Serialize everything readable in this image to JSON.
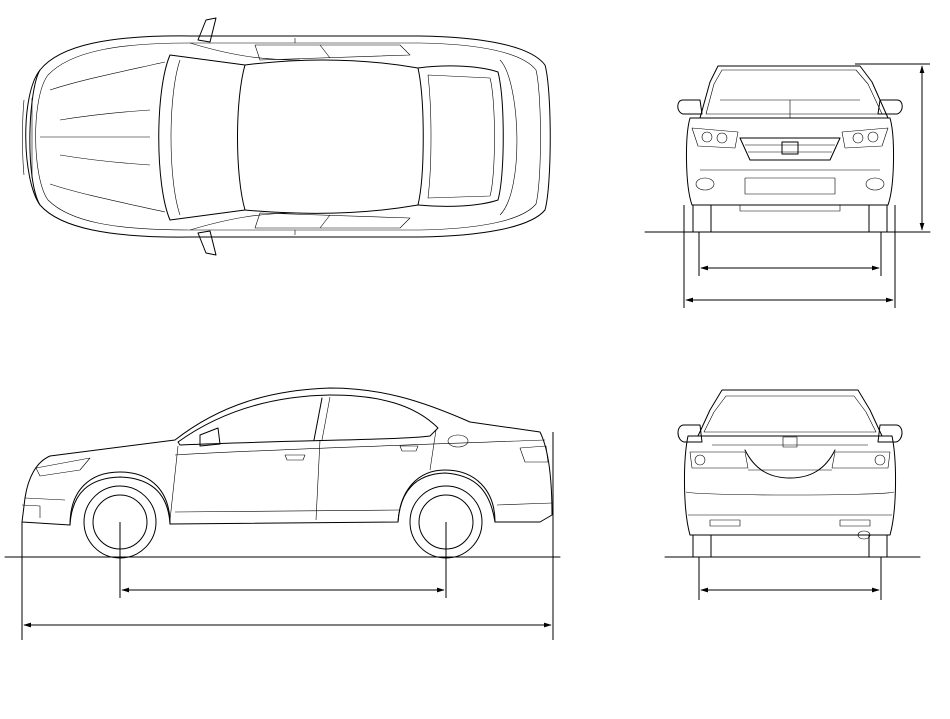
{
  "drawing": {
    "views": [
      "top",
      "front",
      "side",
      "rear"
    ],
    "line_color": "#000000",
    "background_color": "#ffffff",
    "dimension_labels_printed": false
  }
}
